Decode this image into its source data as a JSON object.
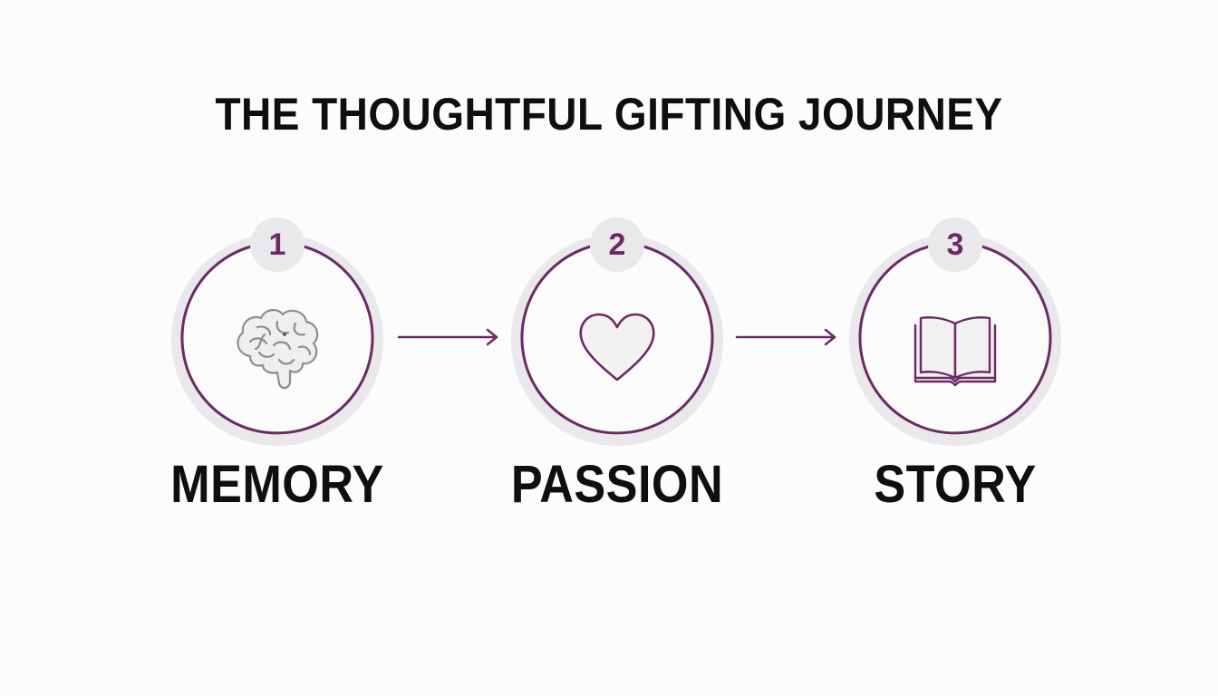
{
  "title": "THE THOUGHTFUL GIFTING JOURNEY",
  "colors": {
    "accent": "#6b2a65",
    "ring": "#e9e8ea",
    "icon_gray": "#8d8d8d",
    "text": "#0f0f0f"
  },
  "steps": [
    {
      "number": "1",
      "label": "MEMORY",
      "icon": "brain-icon"
    },
    {
      "number": "2",
      "label": "PASSION",
      "icon": "heart-icon"
    },
    {
      "number": "3",
      "label": "STORY",
      "icon": "book-icon"
    }
  ],
  "connectors": [
    {
      "icon": "arrow-right-icon"
    },
    {
      "icon": "arrow-right-icon"
    }
  ]
}
